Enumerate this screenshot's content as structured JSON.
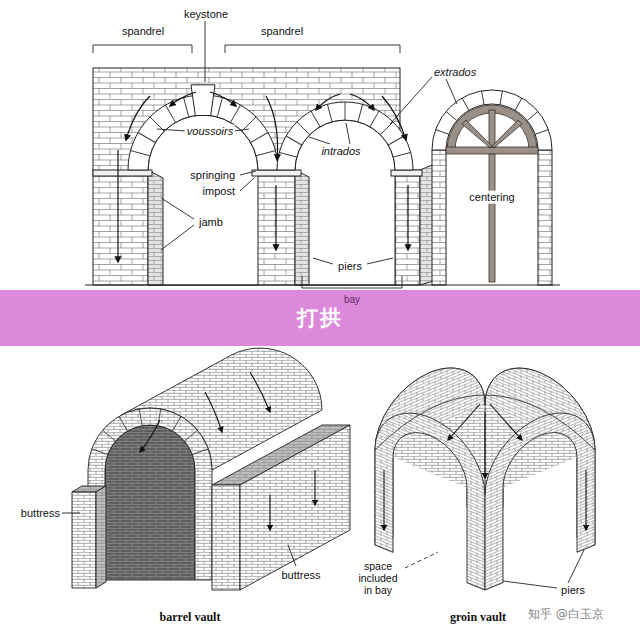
{
  "diagram": {
    "nodes": [
      {
        "text": [
          "打拱"
        ]
      }
    ],
    "labels": [
      "keystone",
      "spandrel",
      "spandrel",
      "extrados",
      "voussoirs",
      "intrados",
      "springing",
      "impost",
      "jamb",
      "centering",
      "piers",
      "bay",
      "buttress",
      "buttress",
      "barrel vault",
      "space included in bay",
      "piers",
      "groin vault",
      "知乎 @白玉京"
    ]
  }
}
